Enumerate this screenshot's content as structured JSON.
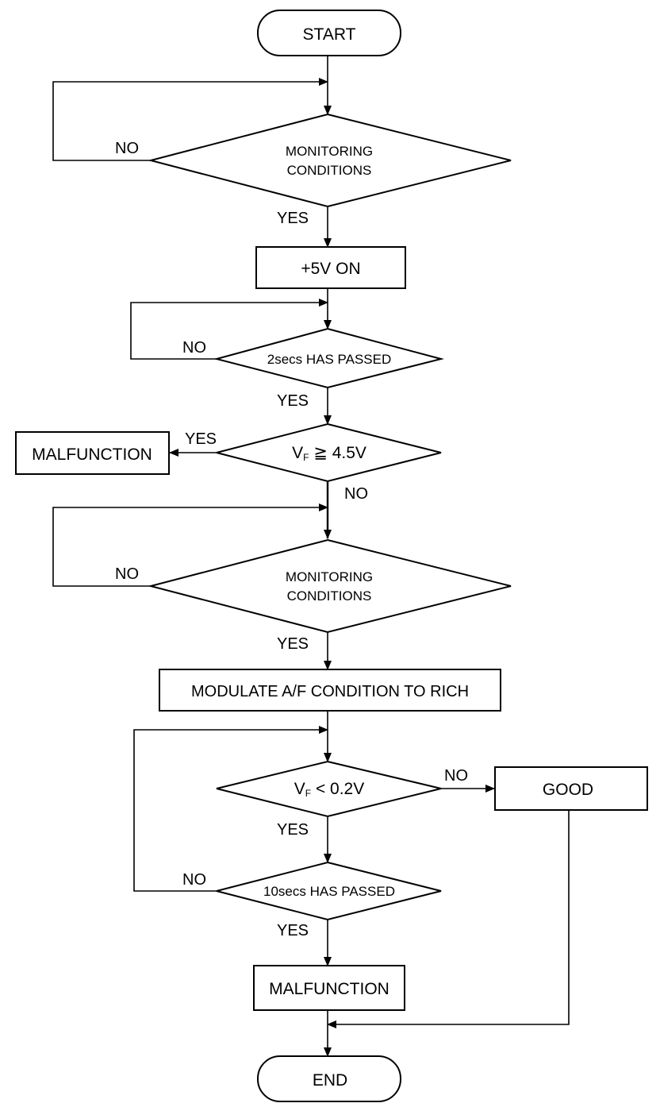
{
  "flowchart": {
    "start": "START",
    "end": "END",
    "monitoring_1": [
      "MONITORING",
      "CONDITIONS"
    ],
    "power_on": "+5V ON",
    "wait_2s": "2secs HAS PASSED",
    "vf_high": {
      "var": "V",
      "sub": "F",
      "rest": " ≧ 4.5V"
    },
    "malfunction_1": "MALFUNCTION",
    "monitoring_2": [
      "MONITORING",
      "CONDITIONS"
    ],
    "modulate": "MODULATE A/F CONDITION TO RICH",
    "vf_low": {
      "var": "V",
      "sub": "F",
      "rest": " < 0.2V"
    },
    "good": "GOOD",
    "wait_10s": "10secs HAS PASSED",
    "malfunction_2": "MALFUNCTION"
  },
  "labels": {
    "yes": "YES",
    "no": "NO"
  }
}
